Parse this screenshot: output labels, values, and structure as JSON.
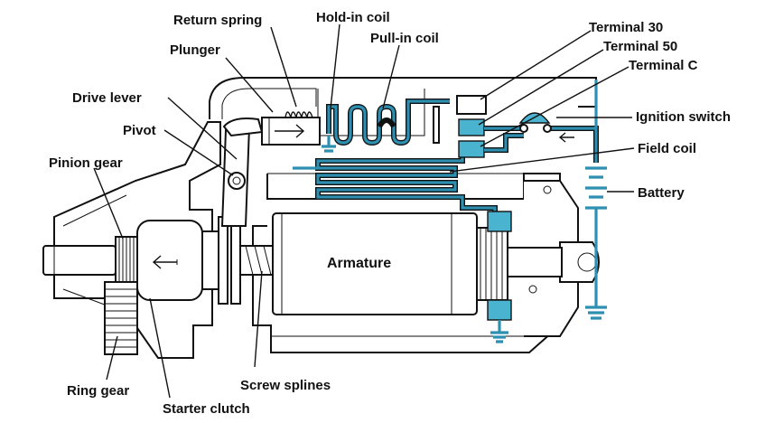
{
  "labels": {
    "return_spring": "Return spring",
    "hold_in_coil": "Hold-in coil",
    "pull_in_coil": "Pull-in coil",
    "plunger": "Plunger",
    "terminal_30": "Terminal 30",
    "terminal_50": "Terminal 50",
    "terminal_c": "Terminal C",
    "drive_lever": "Drive lever",
    "pivot": "Pivot",
    "ignition_switch": "Ignition switch",
    "pinion_gear": "Pinion gear",
    "field_coil": "Field coil",
    "battery": "Battery",
    "armature": "Armature",
    "ring_gear": "Ring gear",
    "screw_splines": "Screw splines",
    "starter_clutch": "Starter clutch"
  },
  "colors": {
    "circuit_wire": "#2f8fb0",
    "circuit_fill": "#4ab3cf",
    "outline": "#111111",
    "background": "#ffffff"
  }
}
